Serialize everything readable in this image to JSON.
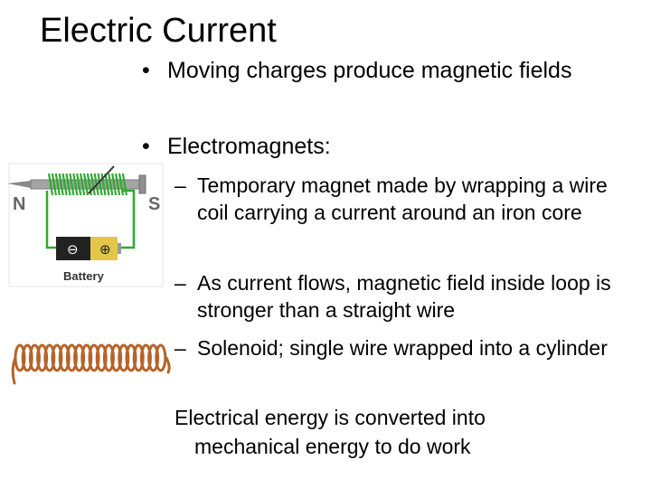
{
  "slide": {
    "title": "Electric Current",
    "bullets": [
      "Moving charges produce magnetic fields",
      "Electromagnets:"
    ],
    "sub_bullets": [
      "Temporary magnet made by wrapping a wire coil carrying a current around an iron core",
      "As current flows, magnetic field inside loop is stronger than a straight wire",
      "Solenoid; single wire wrapped into a cylinder"
    ],
    "note_line1": "Electrical energy is converted into",
    "note_line2": "mechanical energy to do work"
  },
  "figure": {
    "pole_north": "N",
    "pole_south": "S",
    "battery_label": "Battery",
    "minus_symbol": "⊖",
    "plus_symbol": "⊕",
    "wire_color": "#2eaa2e",
    "coil_color": "#b5642a"
  },
  "symbols": {
    "bullet": "•",
    "dash": "–"
  }
}
